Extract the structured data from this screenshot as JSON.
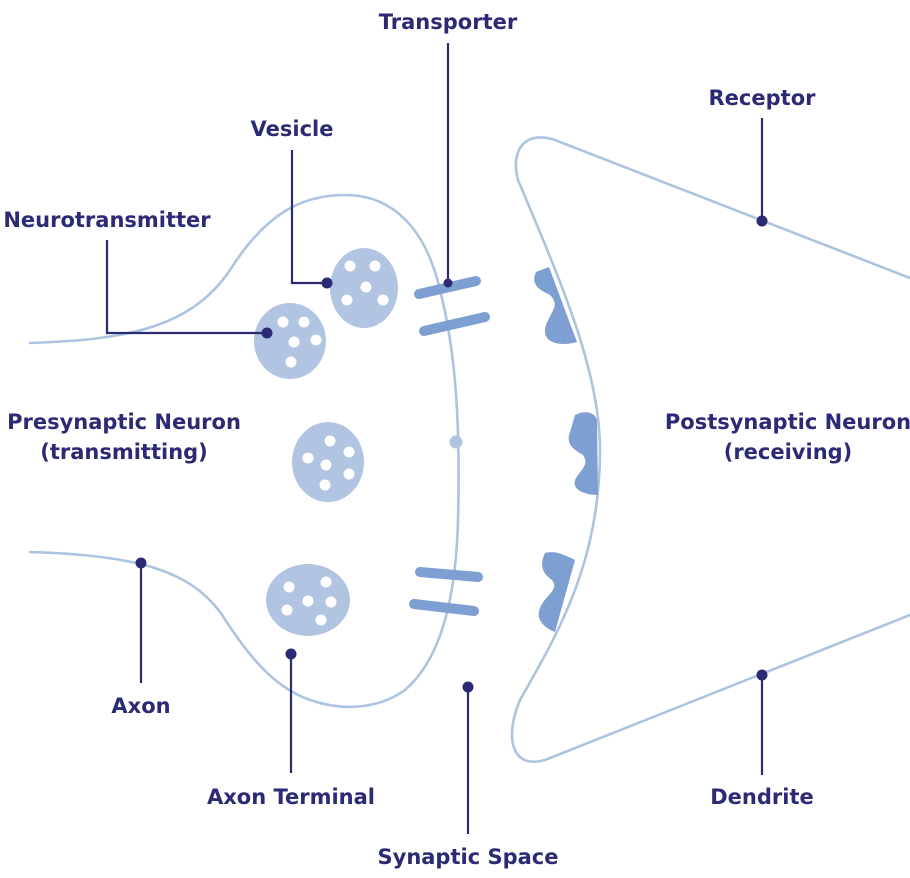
{
  "labels": {
    "transporter": "Transporter",
    "receptor": "Receptor",
    "vesicle": "Vesicle",
    "neurotransmitter": "Neurotransmitter",
    "presynaptic_line1": "Presynaptic Neuron",
    "presynaptic_line2": "(transmitting)",
    "postsynaptic_line1": "Postsynaptic Neuron",
    "postsynaptic_line2": "(receiving)",
    "axon": "Axon",
    "axon_terminal": "Axon Terminal",
    "synaptic_space": "Synaptic Space",
    "dendrite": "Dendrite"
  },
  "colors": {
    "label_text": "#2b2a74",
    "membrane": "#aec3e0",
    "vesicle": "#b1c4e2",
    "transporter_receptor": "#7e9fd2"
  }
}
